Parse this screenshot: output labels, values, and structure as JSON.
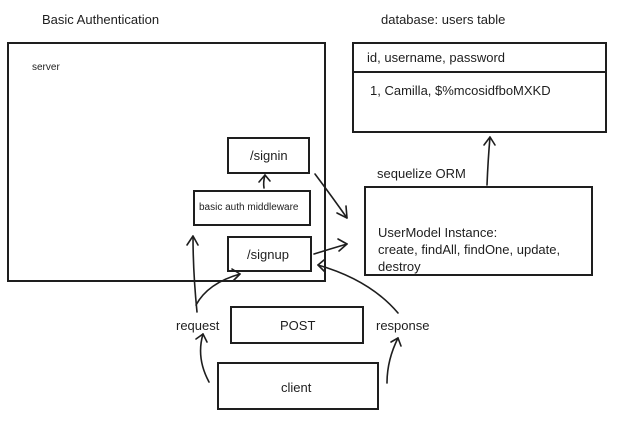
{
  "titles": {
    "left": "Basic Authentication",
    "right": "database: users table"
  },
  "server": {
    "label": "server"
  },
  "routes": {
    "signin": "/signin",
    "middleware": "basic auth middleware",
    "signup": "/signup"
  },
  "database": {
    "header": "id, username, password",
    "row": "1, Camilla, $%mcosidfboMXKD"
  },
  "orm": {
    "label": "sequelize ORM",
    "line1": "UserModel Instance:",
    "line2": "create, findAll, findOne, update,",
    "line3": "destroy"
  },
  "flow": {
    "request": "request",
    "post": "POST",
    "response": "response",
    "client": "client"
  }
}
